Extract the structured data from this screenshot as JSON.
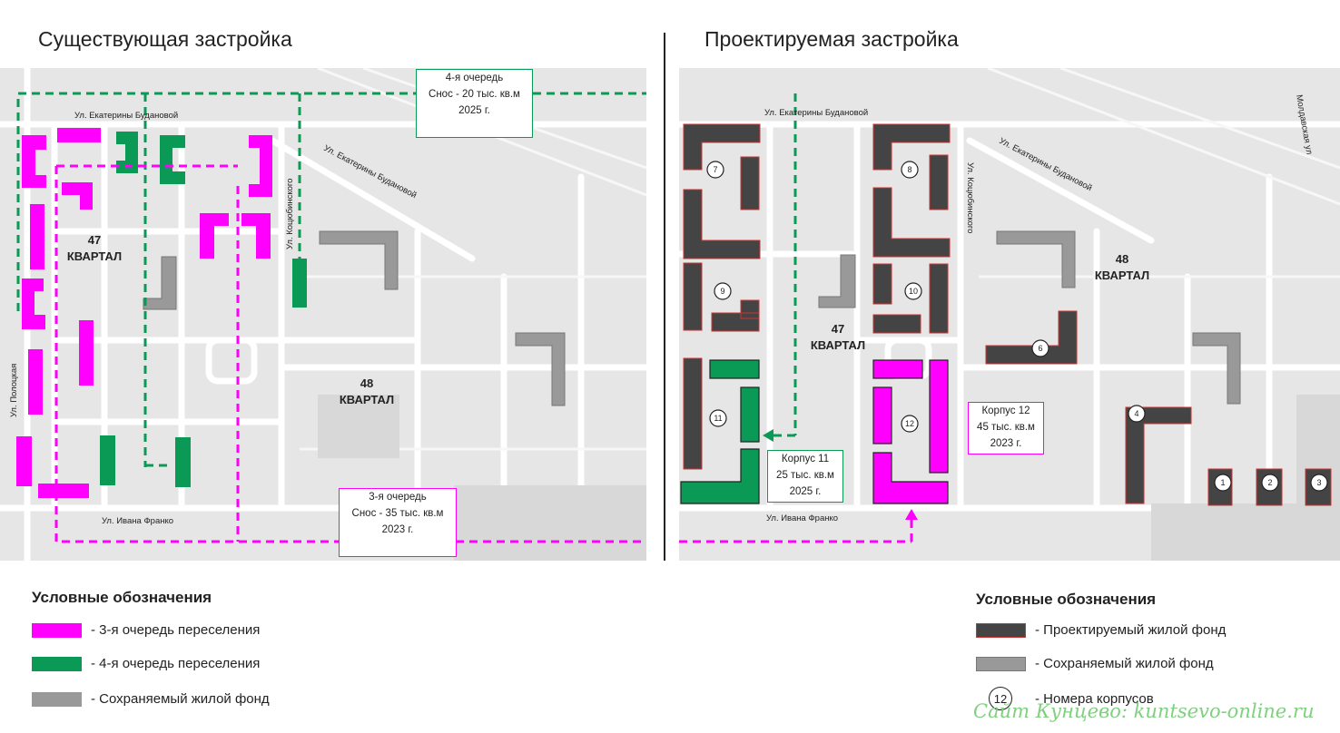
{
  "titles": {
    "left": "Существующая застройка",
    "right": "Проектируемая застройка"
  },
  "left_map": {
    "streets": {
      "budanova_top": "Ул. Екатерины Будановой",
      "budanova_diag": "Ул. Екатерины Будановой",
      "kotsubinskogo": "Ул. Коцюбинского",
      "polotskaya": "Ул. Полоцкая",
      "franko": "Ул. Ивана Франко"
    },
    "kvartal_47": [
      "47",
      "КВАРТАЛ"
    ],
    "kvartal_48": [
      "48",
      "КВАРТАЛ"
    ],
    "callout_4": [
      "4-я очередь",
      "Снос - 20 тыс. кв.м",
      "2025 г."
    ],
    "callout_3": [
      "3-я очередь",
      "Снос - 35 тыс. кв.м",
      "2023 г."
    ]
  },
  "right_map": {
    "streets": {
      "budanova_top": "Ул. Екатерины Будановой",
      "budanova_diag": "Ул. Екатерины Будановой",
      "kotsubinskogo": "Ул. Коцюбинского",
      "franko": "Ул. Ивана Франко",
      "moldavskaya": "Молдавская ул"
    },
    "kvartal_47": [
      "47",
      "КВАРТАЛ"
    ],
    "kvartal_48": [
      "48",
      "КВАРТАЛ"
    ],
    "korpus_11": [
      "Корпус 11",
      "25 тыс. кв.м",
      "2025 г."
    ],
    "korpus_12": [
      "Корпус 12",
      "45 тыс. кв.м",
      "2023 г."
    ],
    "building_numbers": [
      "1",
      "2",
      "3",
      "4",
      "6",
      "7",
      "8",
      "9",
      "10",
      "11",
      "12"
    ]
  },
  "legend_left": {
    "title": "Условные обозначения",
    "items": [
      "- 3-я очередь переселения",
      "- 4-я очередь переселения",
      "- Сохраняемый жилой фонд"
    ]
  },
  "legend_right": {
    "title": "Условные обозначения",
    "items": [
      "- Проектируемый жилой фонд",
      "- Сохраняемый жилой фонд",
      "- Номера корпусов"
    ],
    "circle_number": "12"
  },
  "watermark": "Сайт Кунцево:  kuntsevo-online.ru",
  "colors": {
    "magenta": "#ff00ff",
    "green": "#0a9a55",
    "grey": "#999999",
    "dark": "#444444",
    "map_bg": "#e6e6e6"
  }
}
